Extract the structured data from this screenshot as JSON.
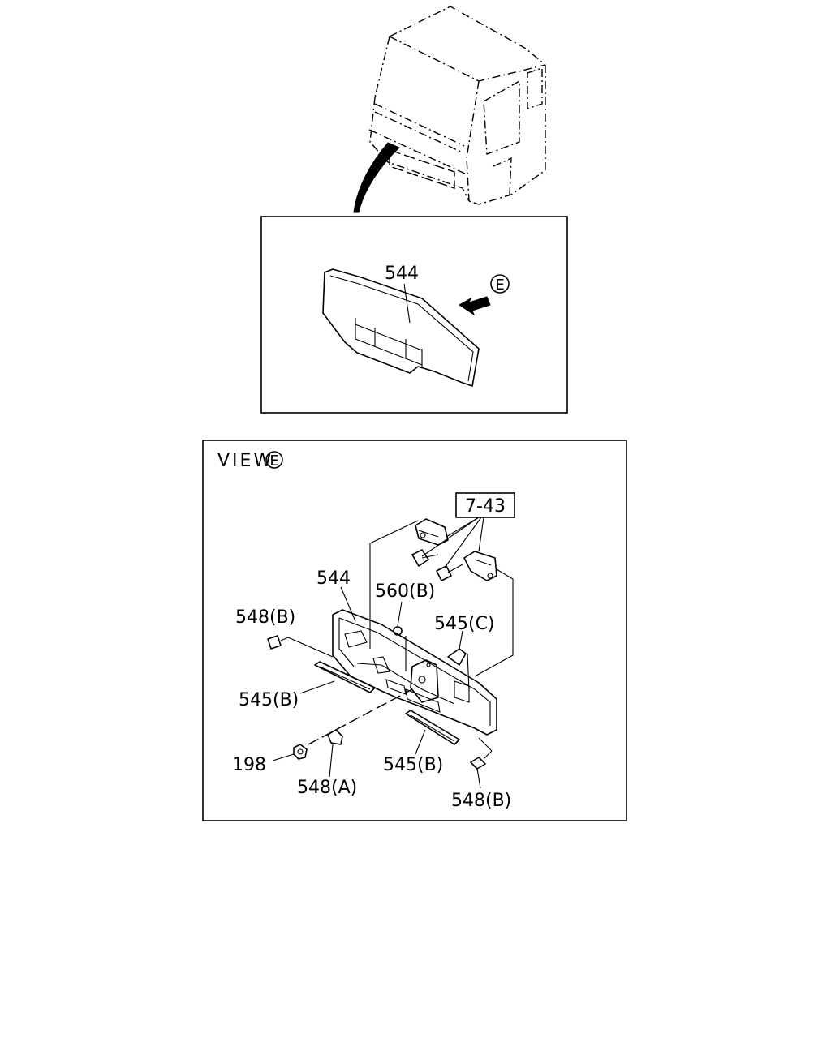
{
  "view": {
    "prefix": "VIEW",
    "letter": "E"
  },
  "detail": {
    "arrow_letter": "E"
  },
  "reference_box": "7-43",
  "parts": {
    "grille_top": "544",
    "grille_view": "544",
    "p560b": "560(B)",
    "p545c": "545(C)",
    "p548b_top": "548(B)",
    "p545b_left": "545(B)",
    "p198": "198",
    "p548a": "548(A)",
    "p545b_right": "545(B)",
    "p548b_bottom": "548(B)"
  }
}
